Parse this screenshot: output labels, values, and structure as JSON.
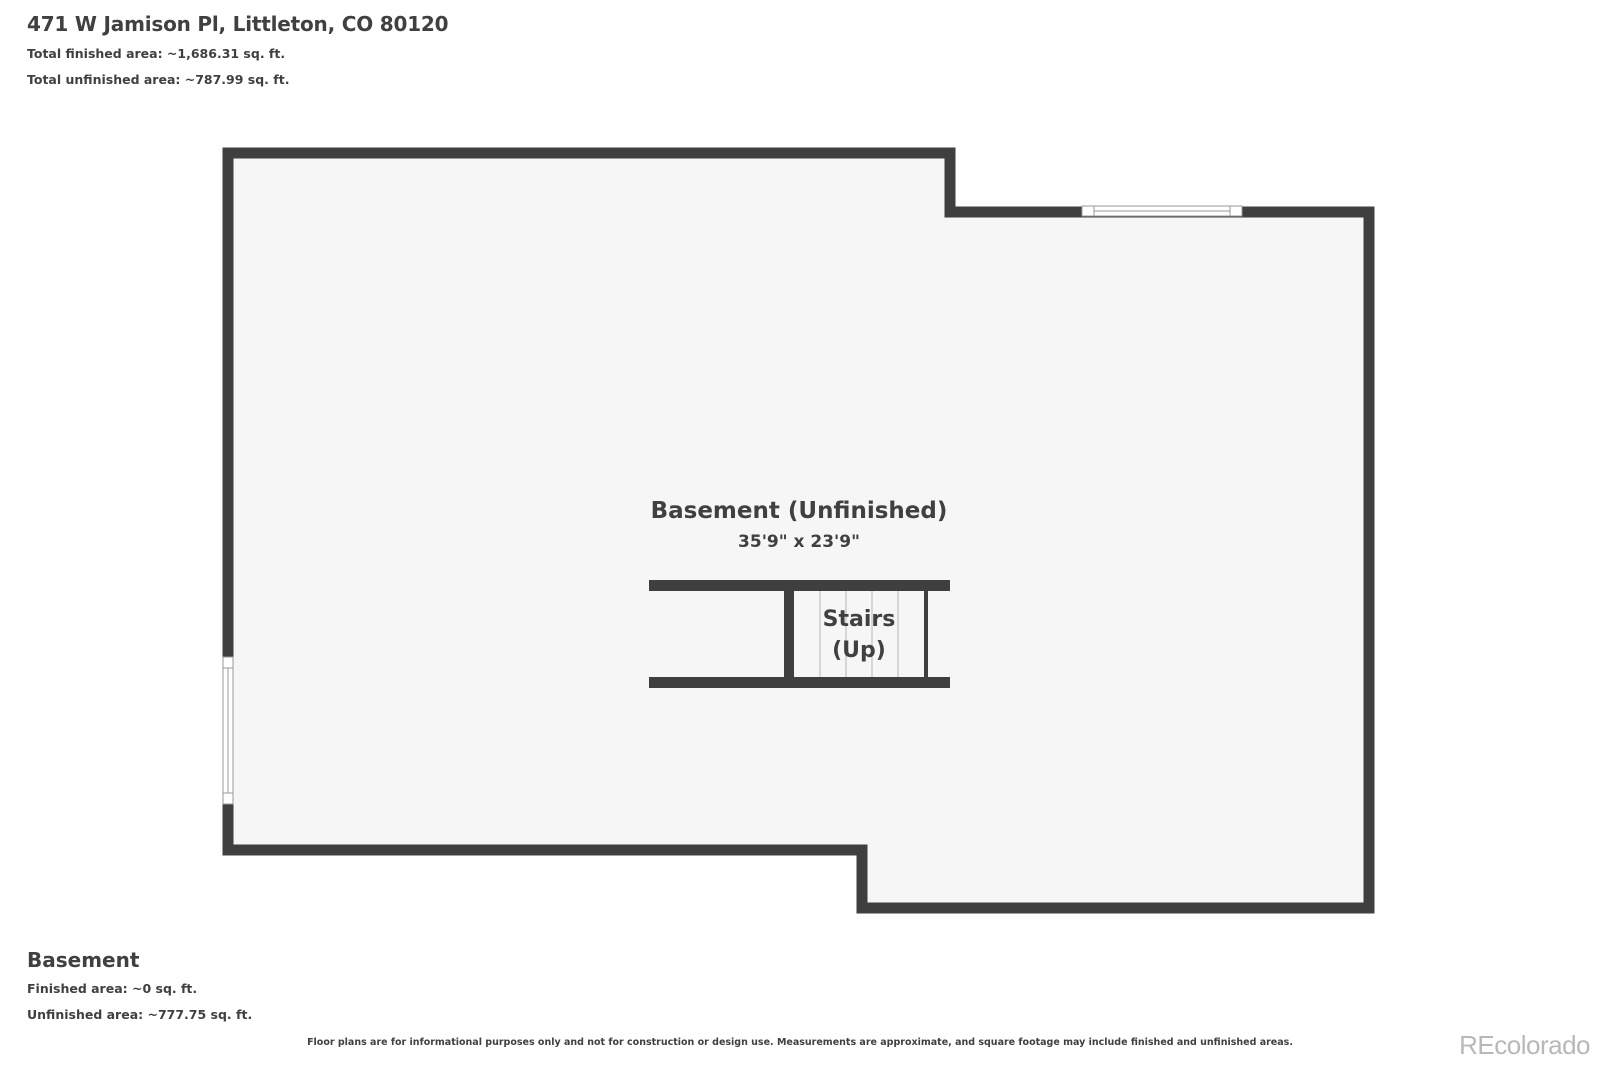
{
  "header": {
    "address": "471 W Jamison Pl, Littleton, CO 80120",
    "total_finished": "Total finished area: ~1,686.31 sq. ft.",
    "total_unfinished": "Total unfinished area: ~787.99 sq. ft."
  },
  "plan": {
    "room_name": "Basement (Unfinished)",
    "room_dims": "35'9\" x 23'9\"",
    "stairs_line1": "Stairs",
    "stairs_line2": "(Up)"
  },
  "floor": {
    "title": "Basement",
    "finished": "Finished area: ~0 sq. ft.",
    "unfinished": "Unfinished area: ~777.75 sq. ft."
  },
  "footer": {
    "disclaimer": "Floor plans are for informational purposes only and not for construction or design use. Measurements are approximate, and square footage may include finished and unfinished areas.",
    "brand": "REcolorado"
  },
  "colors": {
    "wall": "#3f3f3f",
    "floor_fill": "#f6f6f6",
    "text": "#404040",
    "brand": "#b8b8b8"
  }
}
